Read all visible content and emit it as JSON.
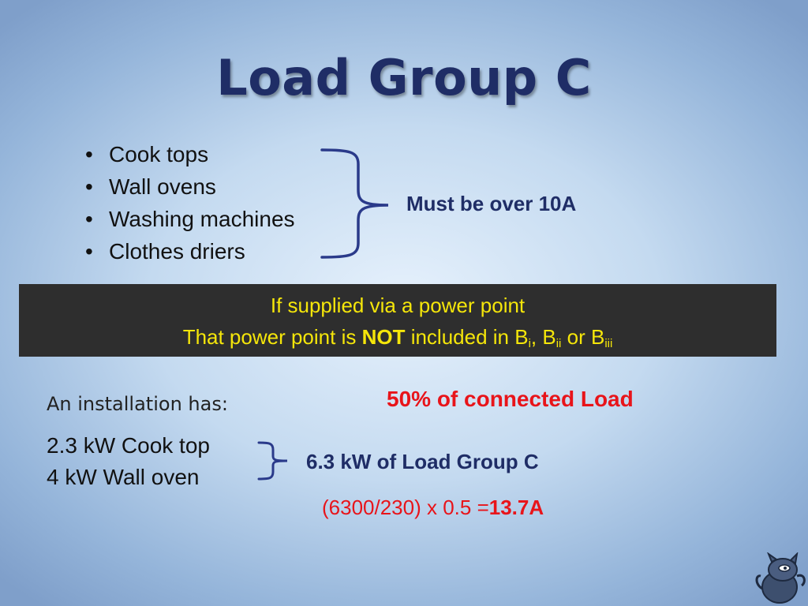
{
  "slide": {
    "title": "Load Group C",
    "bullets": [
      "Cook tops",
      "Wall ovens",
      "Washing machines",
      "Clothes driers"
    ],
    "bullet_symbol": "•",
    "must_note": "Must be over 10A",
    "banner": {
      "line1": "If supplied via a power point",
      "line2_prefix": "That power point is ",
      "line2_not": "NOT",
      "line2_mid": " included in B",
      "sub_i": "i",
      "sep1": ", B",
      "sub_ii": "ii",
      "sep2": " or B",
      "sub_iii": "iii"
    },
    "example": {
      "heading": "An installation has:",
      "item1": "2.3 kW Cook top",
      "item2": "4 kW Wall oven",
      "percent_note": "50% of connected Load",
      "group_total": "6.3 kW of Load Group C",
      "calc_expr": "(6300/230)  x 0.5 =",
      "calc_result": "13.7A"
    },
    "colors": {
      "title": "#1f2d66",
      "accent_red": "#e8141a",
      "banner_bg": "#2e2e2e",
      "banner_text": "#f5e60a",
      "brace": "#2a3a8a"
    },
    "icons": {
      "brace_large": "curly-brace-icon",
      "brace_small": "curly-brace-icon",
      "mascot": "cat-mascot-icon"
    }
  }
}
